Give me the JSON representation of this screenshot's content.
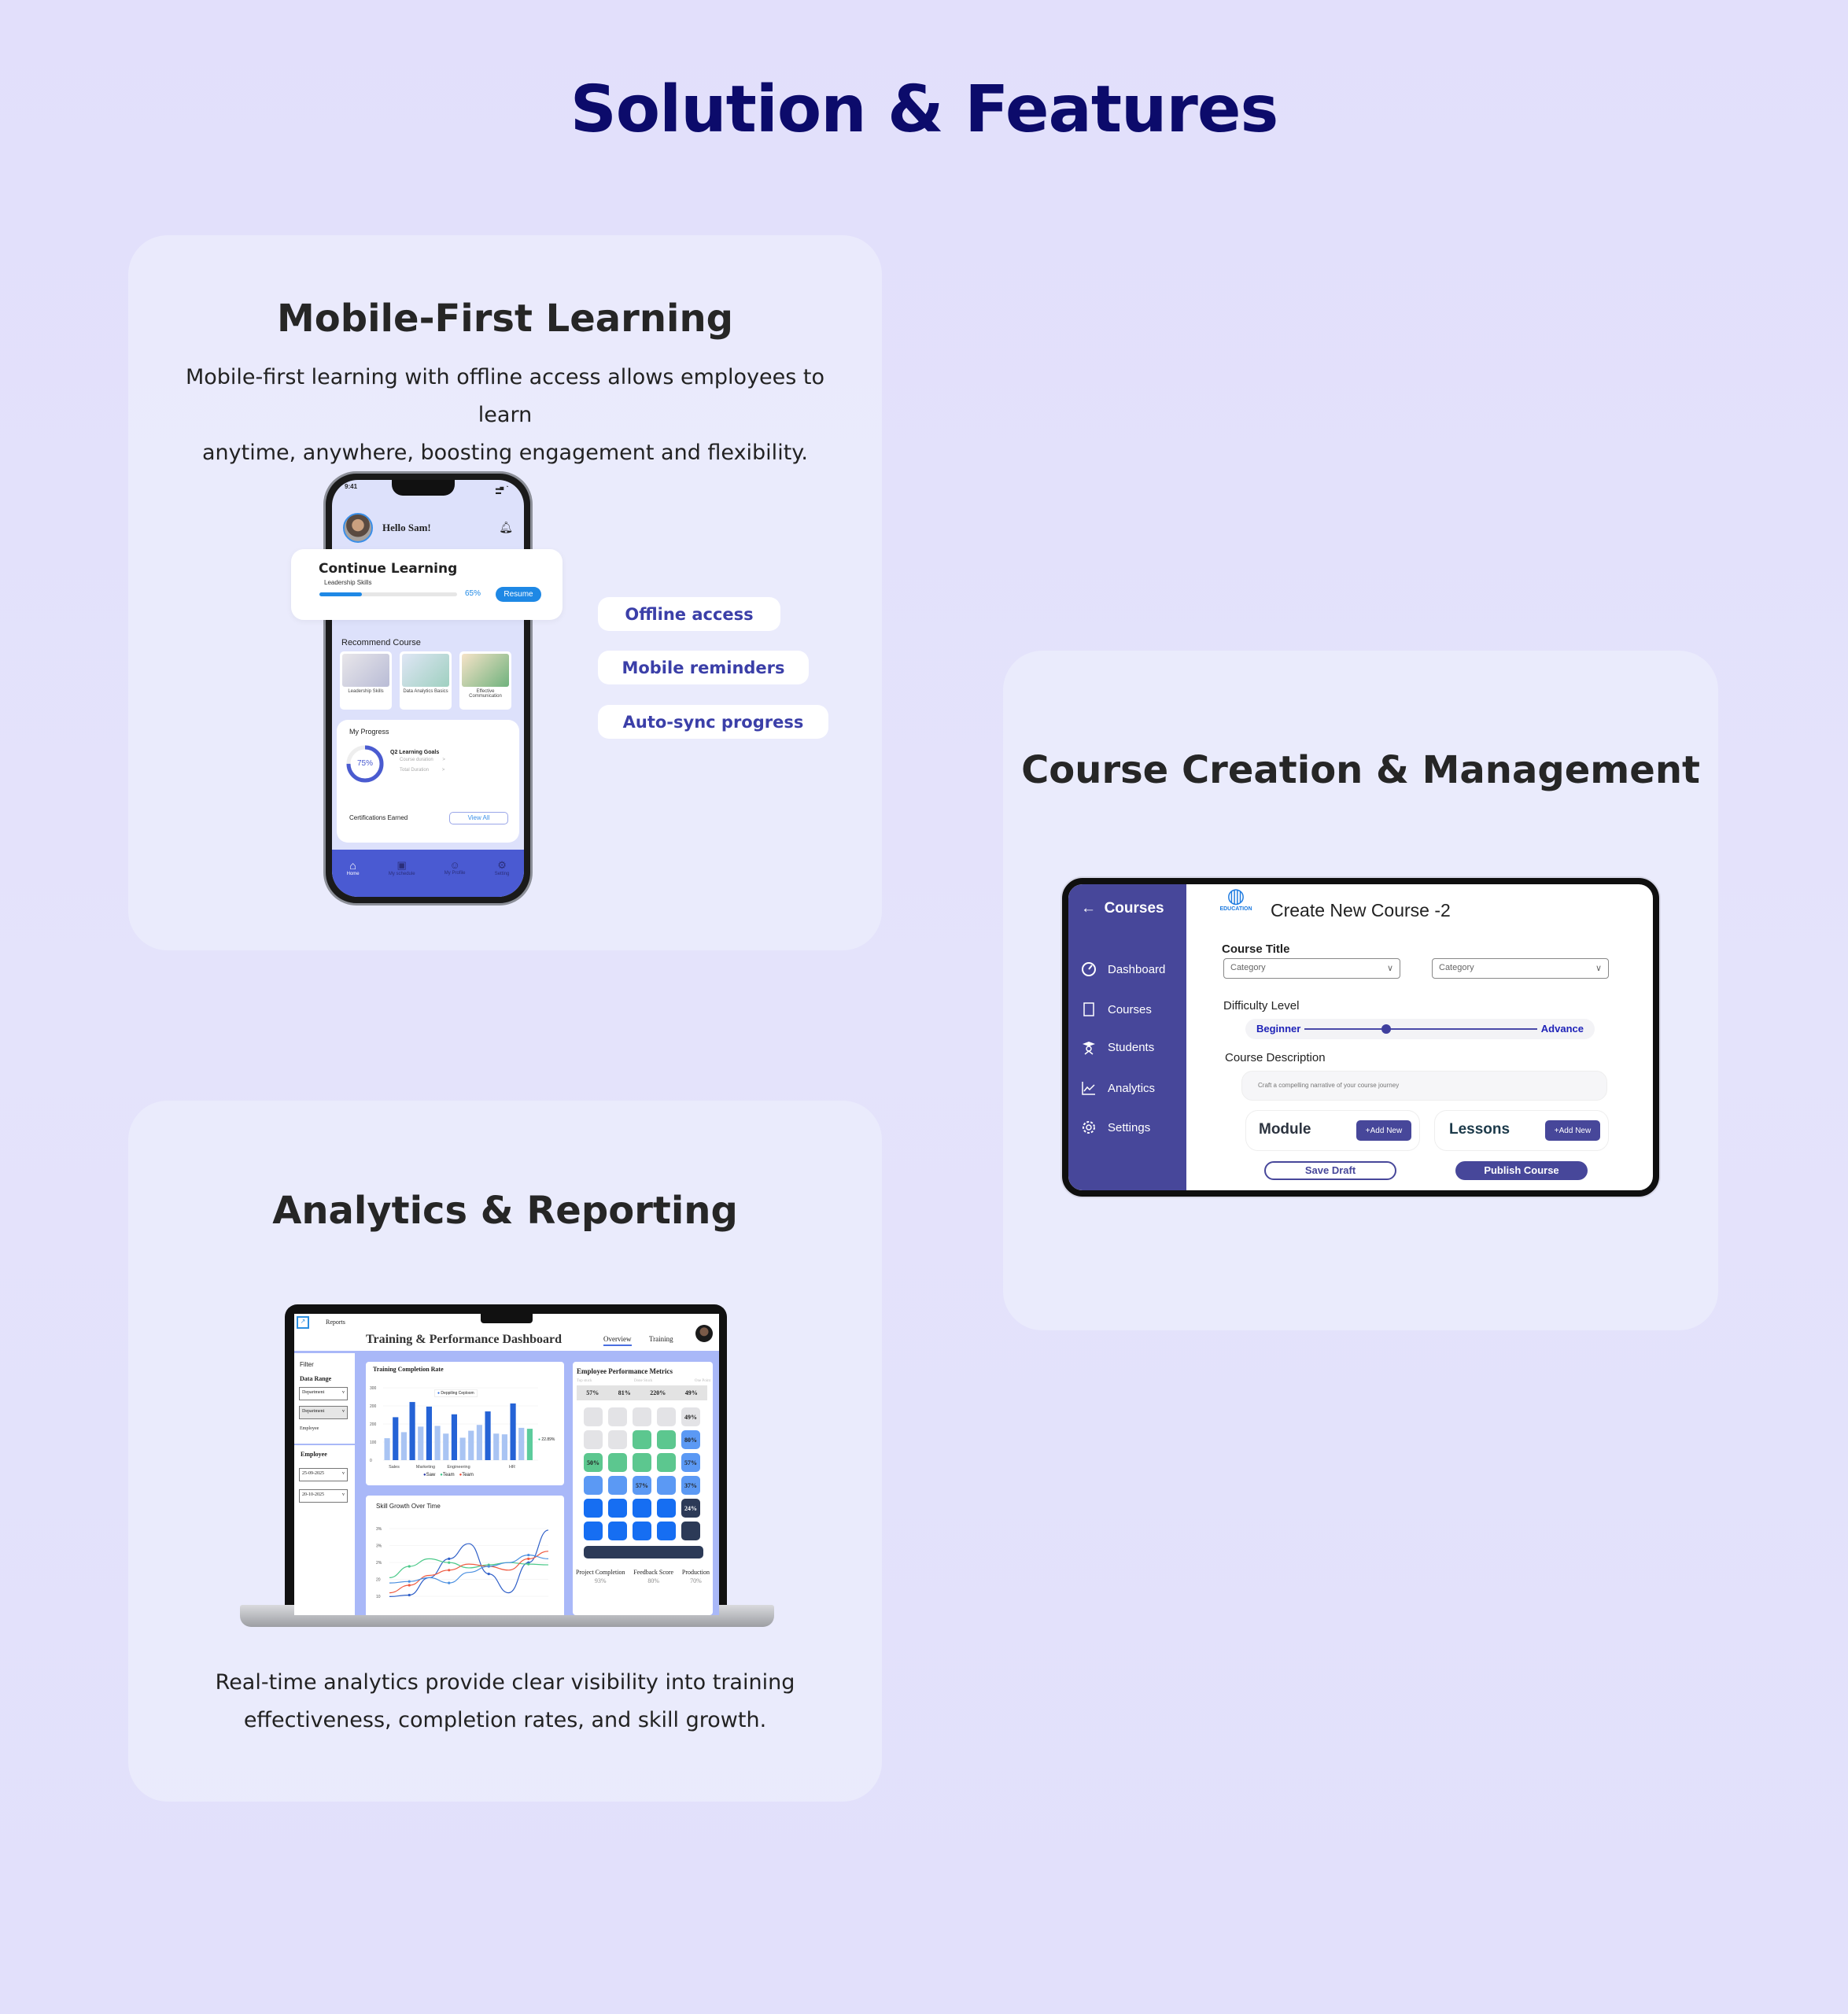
{
  "page_title": "Solution & Features",
  "mobile": {
    "title": "Mobile-First Learning",
    "description_lines": [
      "Mobile-first learning with offline access allows employees to learn",
      "anytime, anywhere, boosting engagement and flexibility."
    ],
    "pills": [
      "Offline access",
      "Mobile reminders",
      "Auto-sync progress"
    ],
    "phone": {
      "time": "9:41",
      "greeting": "Hello Sam!",
      "continue_title": "Continue Learning",
      "continue_course": "Leadership Skills",
      "progress_percent": "65%",
      "resume_label": "Resume",
      "recommend_heading": "Recommend Course",
      "courses": [
        "Leadership Skills",
        "Data Analytics Basics",
        "Effective Communication"
      ],
      "progress_heading": "My Progress",
      "ring_percent": "75%",
      "ring_value": 0.75,
      "goals_title": "Q2 Learning Goals",
      "goal_rows": [
        "Course duration",
        "Total Duration"
      ],
      "row_chevron": ">",
      "certs_label": "Certifications Earned",
      "view_all": "View All",
      "nav": [
        "Home",
        "My schedule",
        "My Profile",
        "Setting"
      ]
    }
  },
  "course": {
    "title": "Course Creation & Management",
    "tablet": {
      "back_label": "Courses",
      "logo_text": "EDUCATION",
      "sidebar": [
        "Dashboard",
        "Courses",
        "Students",
        "Analytics",
        "Settings"
      ],
      "heading": "Create New Course -2",
      "course_title_label": "Course Title",
      "selects": [
        "Category",
        "Category"
      ],
      "difficulty_label": "Difficulty Level",
      "difficulty_min": "Beginner",
      "difficulty_max": "Advance",
      "difficulty_value": 0.35,
      "description_label": "Course Description",
      "description_placeholder": "Craft a compelling narrative of your course journey",
      "module_label": "Module",
      "lessons_label": "Lessons",
      "add_new": "+Add New",
      "save_draft": "Save Draft",
      "publish": "Publish Course"
    }
  },
  "analytics": {
    "title": "Analytics & Reporting",
    "description_lines": [
      "Real-time analytics provide clear visibility into training",
      "effectiveness, completion rates, and skill growth."
    ],
    "dashboard": {
      "reports_label": "Reports",
      "title": "Training & Performance Dashboard",
      "tabs": [
        "Overview",
        "Training"
      ],
      "filter_label": "Filter",
      "data_range_label": "Data Range",
      "dept_selects": [
        "Department",
        "Department"
      ],
      "employee_small": "Employee",
      "employee_label": "Employee",
      "date_selects": [
        "25-09-2025",
        "20-10-2025"
      ],
      "metrics_title": "Employee Performance Metrics",
      "metrics_headers": [
        "Top stuck",
        "Done Stuck",
        "One Point"
      ],
      "metrics_values": [
        "57%",
        "81%",
        "220%",
        "49%"
      ],
      "heatmap": [
        [
          [
            "g",
            ""
          ],
          [
            "g",
            ""
          ],
          [
            "g",
            ""
          ],
          [
            "g",
            ""
          ],
          [
            "g",
            "49%"
          ]
        ],
        [
          [
            "g",
            ""
          ],
          [
            "g",
            ""
          ],
          [
            "n",
            ""
          ],
          [
            "n",
            ""
          ],
          [
            "l",
            "80%"
          ]
        ],
        [
          [
            "n",
            "50%"
          ],
          [
            "n",
            ""
          ],
          [
            "n",
            ""
          ],
          [
            "n",
            ""
          ],
          [
            "l",
            "57%"
          ]
        ],
        [
          [
            "l",
            ""
          ],
          [
            "l",
            ""
          ],
          [
            "l",
            "57%"
          ],
          [
            "l",
            ""
          ],
          [
            "l",
            "37%"
          ]
        ],
        [
          [
            "b",
            ""
          ],
          [
            "b",
            ""
          ],
          [
            "b",
            ""
          ],
          [
            "b",
            ""
          ],
          [
            "d",
            "24%"
          ]
        ],
        [
          [
            "b",
            ""
          ],
          [
            "b",
            ""
          ],
          [
            "b",
            ""
          ],
          [
            "b",
            ""
          ],
          [
            "d",
            ""
          ]
        ]
      ],
      "heat_colors": {
        "g": "#e3e3e6",
        "n": "#5cc78f",
        "l": "#5b99f4",
        "b": "#166ef2",
        "d": "#2c3a57"
      },
      "metric_footers": [
        {
          "label": "Project Completion",
          "value": "93%"
        },
        {
          "label": "Feedback Score",
          "value": "80%"
        },
        {
          "label": "Production",
          "value": "70%"
        }
      ]
    }
  },
  "chart_data": [
    {
      "type": "bar",
      "title": "Training Completion Rate",
      "categories": [
        "Sales",
        "Marketing",
        "Engineering",
        "HR"
      ],
      "y_ticks": [
        "300",
        "200",
        "200",
        "100",
        "0"
      ],
      "ylim": [
        0,
        300
      ],
      "top_legend": "Deppiling Ceploom",
      "legend": [
        {
          "name": "Saw",
          "color": "#2a3aa8"
        },
        {
          "name": "Team",
          "color": "#3cc68a"
        },
        {
          "name": "Team",
          "color": "#ef4d3a"
        }
      ],
      "end_label": "22.89%",
      "bars": [
        {
          "v": 91,
          "c": "l"
        },
        {
          "v": 178,
          "c": "d"
        },
        {
          "v": 116,
          "c": "l"
        },
        {
          "v": 241,
          "c": "d"
        },
        {
          "v": 139,
          "c": "l"
        },
        {
          "v": 222,
          "c": "d"
        },
        {
          "v": 142,
          "c": "l"
        },
        {
          "v": 110,
          "c": "l"
        },
        {
          "v": 190,
          "c": "d"
        },
        {
          "v": 93,
          "c": "l"
        },
        {
          "v": 122,
          "c": "l"
        },
        {
          "v": 146,
          "c": "l"
        },
        {
          "v": 202,
          "c": "d"
        },
        {
          "v": 110,
          "c": "l"
        },
        {
          "v": 107,
          "c": "l"
        },
        {
          "v": 235,
          "c": "d"
        },
        {
          "v": 134,
          "c": "l"
        },
        {
          "v": 130,
          "c": "t"
        }
      ],
      "bar_colors": {
        "l": "#a9c4f3",
        "d": "#2563d6",
        "t": "#5ccc9c"
      }
    },
    {
      "type": "line",
      "title": "Skill Growth Over Time",
      "y_ticks": [
        "3%",
        "3%",
        "2%",
        "20",
        "10"
      ],
      "ylim": [
        0,
        100
      ],
      "series": [
        {
          "name": "dark-blue",
          "color": "#2f5fc8",
          "values": [
            10,
            12,
            35,
            60,
            80,
            40,
            15,
            55,
            98
          ]
        },
        {
          "name": "green",
          "color": "#4cc98a",
          "values": [
            35,
            50,
            60,
            55,
            48,
            52,
            55,
            53,
            52
          ]
        },
        {
          "name": "red",
          "color": "#ef5a40",
          "values": [
            15,
            25,
            38,
            45,
            53,
            50,
            45,
            60,
            70
          ]
        },
        {
          "name": "light-blue",
          "color": "#4a8fe0",
          "values": [
            28,
            30,
            35,
            28,
            42,
            50,
            55,
            65,
            60
          ]
        }
      ]
    }
  ]
}
